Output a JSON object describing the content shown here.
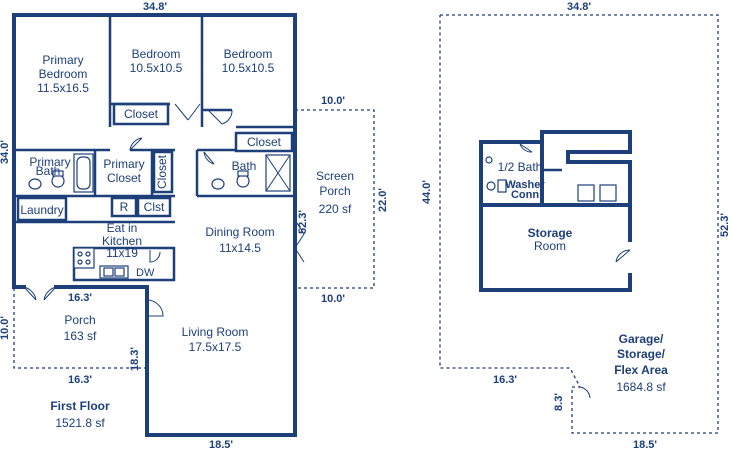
{
  "first_floor": {
    "title": "First Floor",
    "area": "1521.8 sf",
    "dims": {
      "top": "34.8'",
      "left": "34.0'",
      "porch_top": "16.3'",
      "porch_left": "10.0'",
      "porch_bottom": "16.3'",
      "living_left": "18.3'",
      "bottom": "18.5'",
      "dining_door": "52.3'",
      "screen_top": "10.0'",
      "screen_right": "22.0'",
      "screen_bottom": "10.0'"
    },
    "rooms": {
      "primary_bedroom": {
        "line1": "Primary",
        "line2": "Bedroom",
        "size": "11.5x16.5"
      },
      "bedroom_1": {
        "name": "Bedroom",
        "size": "10.5x10.5"
      },
      "bedroom_2": {
        "name": "Bedroom",
        "size": "10.5x10.5"
      },
      "closet_1": "Closet",
      "closet_2": "Closet",
      "primary_bath": {
        "line1": "Primary",
        "line2": "Bath"
      },
      "primary_closet": {
        "line1": "Primary",
        "line2": "Closet"
      },
      "closet_vertical": "Closet",
      "bath": "Bath",
      "laundry": "Laundry",
      "fridge": "R",
      "clst": "Clst",
      "kitchen": {
        "line1": "Eat in",
        "line2": "Kitchen",
        "size": "11x19"
      },
      "dining": {
        "name": "Dining Room",
        "size": "11x14.5"
      },
      "screen_porch": {
        "line1": "Screen",
        "line2": "Porch",
        "area": "220 sf"
      },
      "porch": {
        "name": "Porch",
        "area": "163 sf"
      },
      "living": {
        "name": "Living Room",
        "size": "17.5x17.5"
      },
      "dw": "DW"
    }
  },
  "garage": {
    "dims": {
      "top": "34.8'",
      "left": "44.0'",
      "right": "52.3'",
      "bottom_left": "16.3'",
      "step": "8.3'",
      "bottom_right": "18.5'"
    },
    "rooms": {
      "half_bath": "1/2 Bath",
      "washer": {
        "line1": "Washer",
        "line2": "Conn"
      },
      "storage": {
        "line1": "Storage",
        "line2": "Room"
      },
      "flex": {
        "line1": "Garage/",
        "line2": "Storage/",
        "line3": "Flex Area",
        "area": "1684.8 sf"
      }
    }
  }
}
